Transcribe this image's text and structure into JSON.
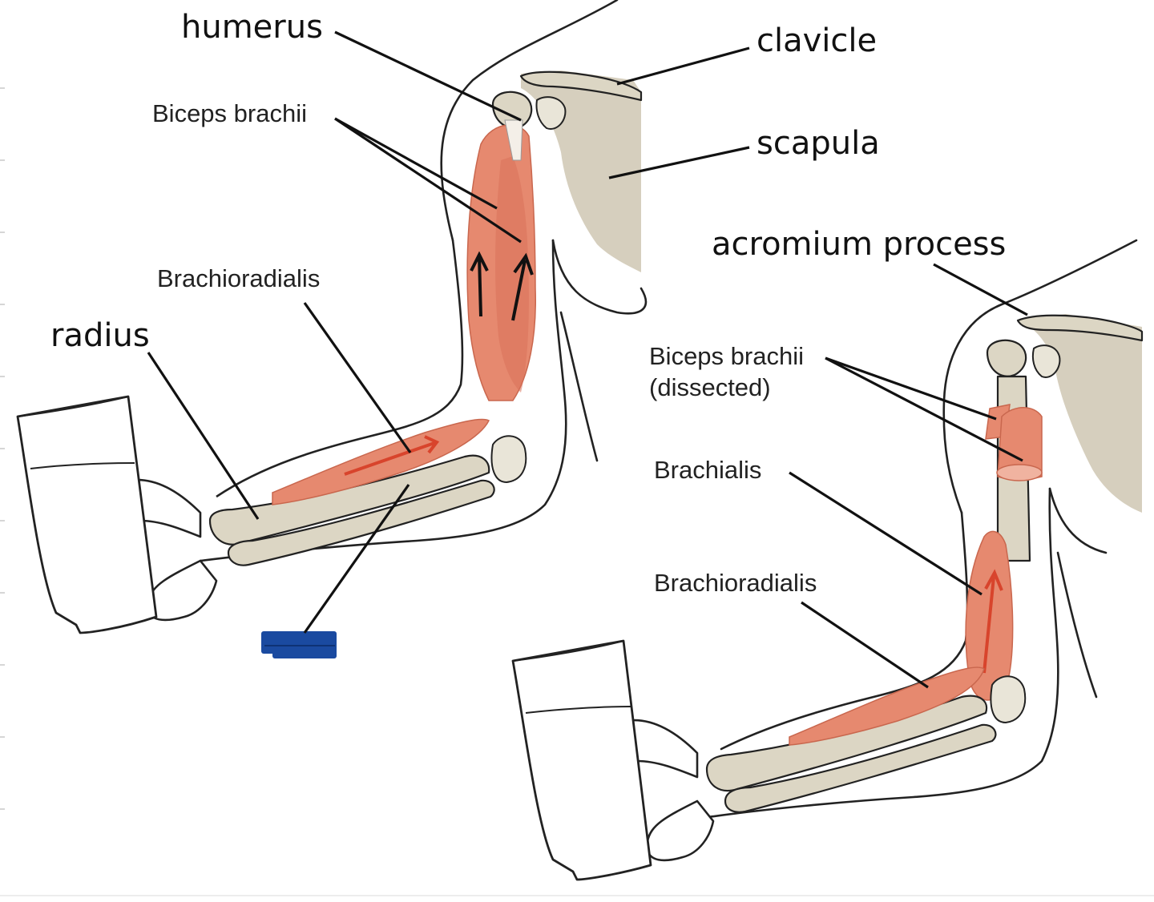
{
  "labels": {
    "humerus": "humerus",
    "clavicle": "clavicle",
    "scapula": "scapula",
    "biceps_brachii_left": "Biceps brachii",
    "brachioradialis_left": "Brachioradialis",
    "radius": "radius",
    "acromium_process": "acromium process",
    "biceps_brachii_right_line1": "Biceps brachii",
    "biceps_brachii_right_line2": "(dissected)",
    "brachialis": "Brachialis",
    "brachioradialis_right": "Brachioradialis"
  },
  "colors": {
    "muscle": "#e6896f",
    "bone": "#dcd6c4",
    "scapula": "#d6cfbe",
    "arrow_red": "#d8442c",
    "marker_blue": "#1a4aa0",
    "outline": "#222222"
  },
  "icons": {
    "marker": "blue-rectangle-marker"
  }
}
